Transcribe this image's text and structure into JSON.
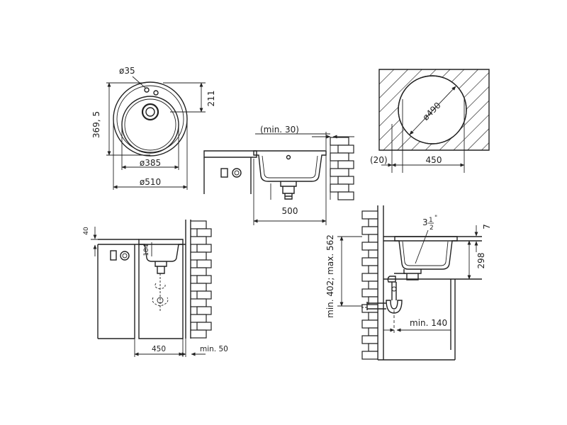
{
  "top_view": {
    "tap_hole": "ø35",
    "inner_diameter": "ø385",
    "outer_diameter": "ø510",
    "height_dim": "369, 5",
    "tap_offset": "211"
  },
  "side_section": {
    "min_edge": "(min. 30)",
    "width": "500"
  },
  "cutout_view": {
    "diameter": "ø490",
    "offset": "(20)",
    "width": "450"
  },
  "cabinet_view": {
    "top_height": "40",
    "bowl_depth": "184",
    "cabinet_width": "450",
    "wall_gap": "min. 50"
  },
  "drain_view": {
    "drain_size_whole": "3",
    "drain_size_num": "1",
    "drain_size_den": "2",
    "drain_size_mark": "\"",
    "counter_thickness": "7",
    "bowl_depth": "298",
    "outlet_height": "min. 402; max. 562",
    "outlet_offset": "min. 140"
  }
}
